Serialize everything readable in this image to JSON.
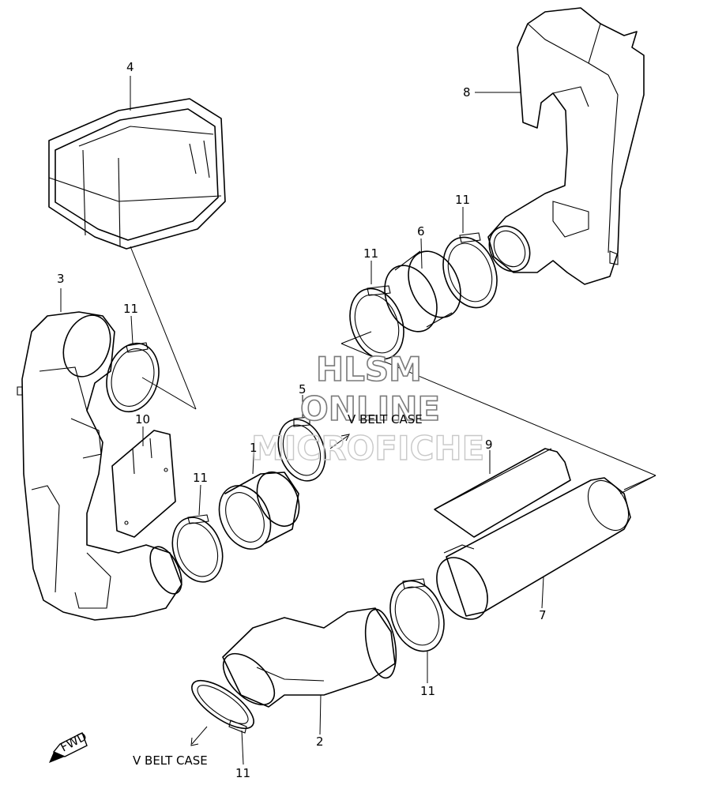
{
  "callouts": {
    "c1": "1",
    "c2": "2",
    "c3": "3",
    "c4": "4",
    "c5": "5",
    "c6": "6",
    "c7": "7",
    "c8": "8",
    "c9": "9",
    "c10": "10",
    "c11": "11"
  },
  "notes": {
    "v_belt_case": "V BELT CASE",
    "fwd": "FWD"
  },
  "watermark": {
    "line1": "HLSM",
    "line2": "ONLINE",
    "line3": "MICROFICHE"
  }
}
